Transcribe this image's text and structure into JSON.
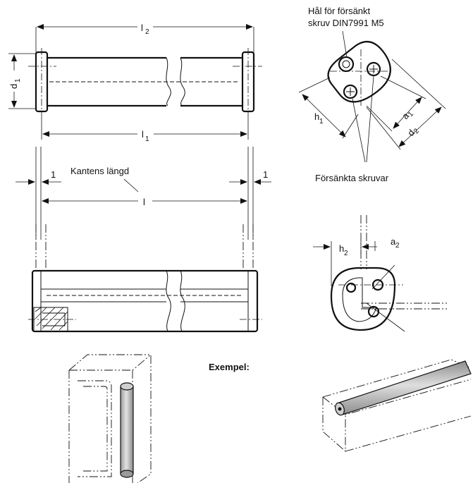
{
  "labels": {
    "l2": "l",
    "l2_sub": "2",
    "d1": "d",
    "d1_sub": "1",
    "l1": "l",
    "l1_sub": "1",
    "edge_left": "1",
    "edge_right": "1",
    "edge_length": "Kantens längd",
    "l": "l",
    "hole_line1": "Hål för försänkt",
    "hole_line2": "skruv DIN7991 M5",
    "h1": "h",
    "h1_sub": "1",
    "a1": "a",
    "a1_sub": "1",
    "d2": "d",
    "d2_sub": "2",
    "countersunk": "Försänkta skruvar",
    "h2": "h",
    "h2_sub": "2",
    "a2": "a",
    "a2_sub": "2",
    "example": "Exempel:"
  }
}
